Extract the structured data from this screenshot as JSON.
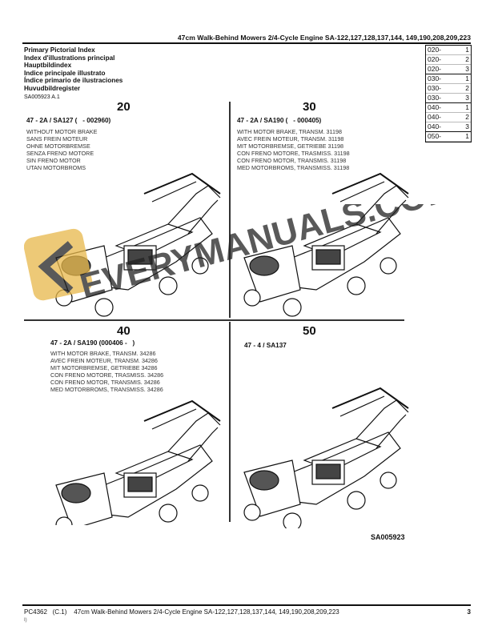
{
  "header": {
    "title": "47cm Walk-Behind Mowers 2/4-Cycle Engine SA-122,127,128,137,144, 149,190,208,209,223"
  },
  "index_titles": [
    "Primary Pictorial Index",
    "Index d'illustrations principal",
    "Hauptbildindex",
    "Indice principale illustrato",
    "Índice primario de ilustraciones",
    "Huvudbildregister"
  ],
  "reference": "SA005923 A.1",
  "index_table": [
    {
      "code": "020-",
      "page": "1"
    },
    {
      "code": "020-",
      "page": "2"
    },
    {
      "code": "020-",
      "page": "3"
    },
    {
      "code": "030-",
      "page": "1"
    },
    {
      "code": "030-",
      "page": "2"
    },
    {
      "code": "030-",
      "page": "3"
    },
    {
      "code": "040-",
      "page": "1"
    },
    {
      "code": "040-",
      "page": "2"
    },
    {
      "code": "040-",
      "page": "3"
    },
    {
      "code": "050-",
      "page": "1"
    }
  ],
  "sections": [
    {
      "number": "20",
      "model": "47 - 2A / SA127 (   - 002960)",
      "lines": [
        "WITHOUT MOTOR BRAKE",
        "SANS FREIN MOTEUR",
        "OHNE  MOTORBREMSE",
        "SENZA FRENO MOTORE",
        "SIN FRENO MOTOR",
        "UTAN MOTORBROMS"
      ]
    },
    {
      "number": "30",
      "model": "47 - 2A / SA190 (   - 000405)",
      "lines": [
        "WITH MOTOR BRAKE, TRANSM. 31198",
        "AVEC FREIN MOTEUR, TRANSM. 31198",
        "MIT MOTORBREMSE, GETRIEBE 31198",
        "CON FRENO MOTORE, TRASMISS. 31198",
        "CON FRENO MOTOR, TRANSMIS. 31198",
        "MED MOTORBROMS, TRANSMISS. 31198"
      ]
    },
    {
      "number": "40",
      "model": "47 - 2A / SA190 (000406 -   )",
      "lines": [
        "WITH MOTOR BRAKE, TRANSM. 34286",
        "AVEC FREIN MOTEUR, TRANSM. 34286",
        "MIT MOTORBREMSE, GETRIEBE 34286",
        "CON FRENO MOTORE, TRASMISS. 34286",
        "CON FRENO MOTOR, TRANSMIS. 34286",
        "MED MOTORBROMS, TRANSMISS. 34286"
      ]
    },
    {
      "number": "50",
      "model": "47 - 4 / SA137",
      "lines": []
    }
  ],
  "figure_label": "SA005923",
  "watermark": "EVERYMANUALS.COM",
  "footer": {
    "doc": "PC4362   (C.1)    47cm Walk-Behind Mowers 2/4-Cycle Engine SA-122,127,128,137,144, 149,190,208,209,223",
    "page": "3",
    "small": "I)"
  }
}
